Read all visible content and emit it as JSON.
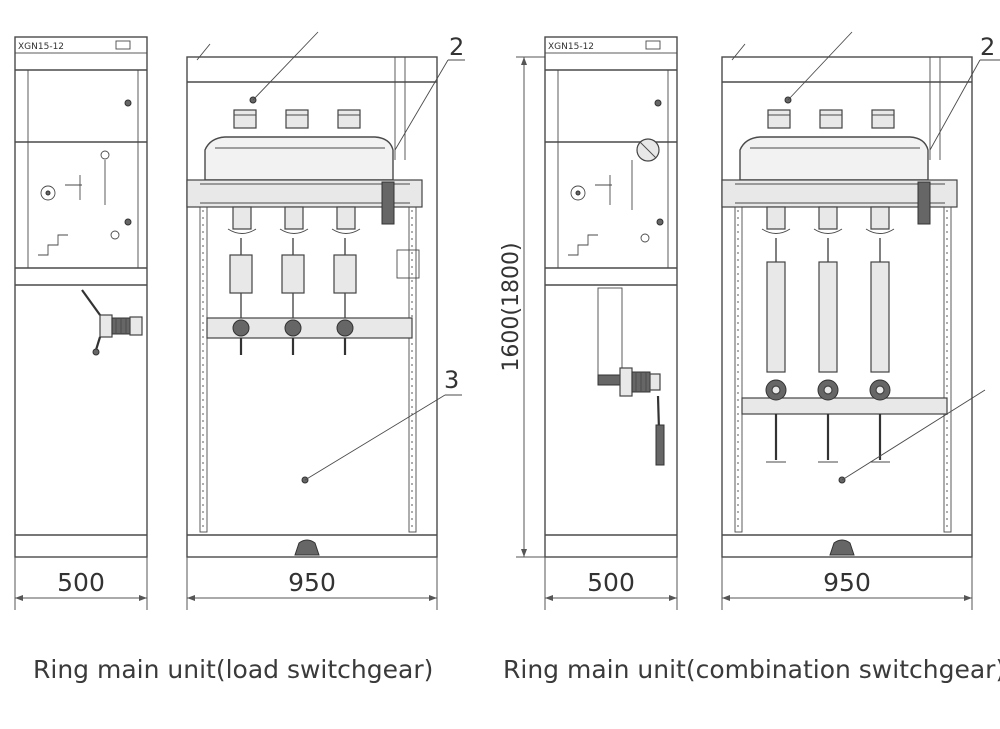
{
  "diagrams": [
    {
      "caption": "Ring main unit(load switchgear)",
      "side_code": "XGN15-12",
      "side_width_label": "500",
      "front_width_label": "950",
      "callouts": [
        "2",
        "3"
      ]
    },
    {
      "caption": "Ring main unit(combination switchgear)",
      "side_code": "XGN15-12",
      "side_width_label": "500",
      "front_width_label": "950",
      "height_label": "1600(1800)",
      "callouts": [
        "2"
      ]
    }
  ]
}
